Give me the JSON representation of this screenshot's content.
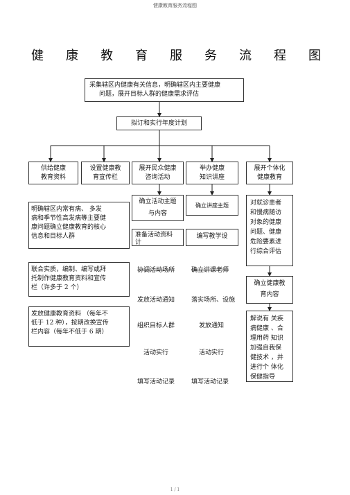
{
  "header": "健康教育服务流程图",
  "title_chars": [
    "健",
    "康",
    "教",
    "育",
    "服",
    "务",
    "流",
    "程",
    "图"
  ],
  "top_box": {
    "line1": "采集辖区内健康有关信息，明确辖区内主要健康",
    "line2": "问题，展开目标人群的健康需求评估"
  },
  "plan_box": "拟订和实行年度计划",
  "branches": [
    {
      "line1": "供给健康",
      "line2": "教育资料"
    },
    {
      "line1": "设置健康教",
      "line2": "育宣传栏"
    },
    {
      "line1": "展开民众健康",
      "line2": "咨询活动"
    },
    {
      "line1": "举办健康",
      "line2": "知识讲座"
    },
    {
      "line1": "展开个体化",
      "line2": "健康教育"
    }
  ],
  "left_boxes": [
    {
      "lines": [
        "明确辖区内常有病、 多发",
        "病和季节性高发病等主要健",
        "康问题确立健康教育的核心",
        "信息和目标人群"
      ]
    },
    {
      "lines": [
        "联合实质，编制、编写或拜",
        "托制作健康教育资料和宣传",
        "栏（许多于 2 个）"
      ]
    },
    {
      "lines": [
        "发放健康教育资料 （每年不",
        "低于 12 种），按期改换宣传",
        "栏内容（每年不低于  6 期）"
      ]
    }
  ],
  "col3": {
    "box1": {
      "line1": "确立活动主题",
      "line2": "与内容"
    },
    "box2": {
      "line1": "准备活动资料",
      "line2": "计"
    },
    "steps": [
      "协调活动场所",
      "发放活动通知",
      "组织目标人群",
      "活动实行",
      "填写活动记录"
    ]
  },
  "col4": {
    "box1": "确立讲座主题",
    "box2": "编写教学设",
    "steps": [
      "确立讲课老师",
      "落实场所、设施",
      "发放通知",
      "活动实行",
      "填写活动记录"
    ]
  },
  "col5": {
    "box1": [
      "对就诊患者",
      "和慢病随访",
      "对象的健康",
      "问题、健康",
      "危险要素进",
      "行综合评估"
    ],
    "box2": {
      "line1": "确立健康教",
      "line2": "育内容"
    },
    "box3": [
      "解说有 关疾",
      "病健康 、合",
      "理用药 知识",
      "加强自我保",
      "健技术 ，并",
      "进行个 体化",
      "保健指导"
    ]
  },
  "footer": "1 / 1"
}
